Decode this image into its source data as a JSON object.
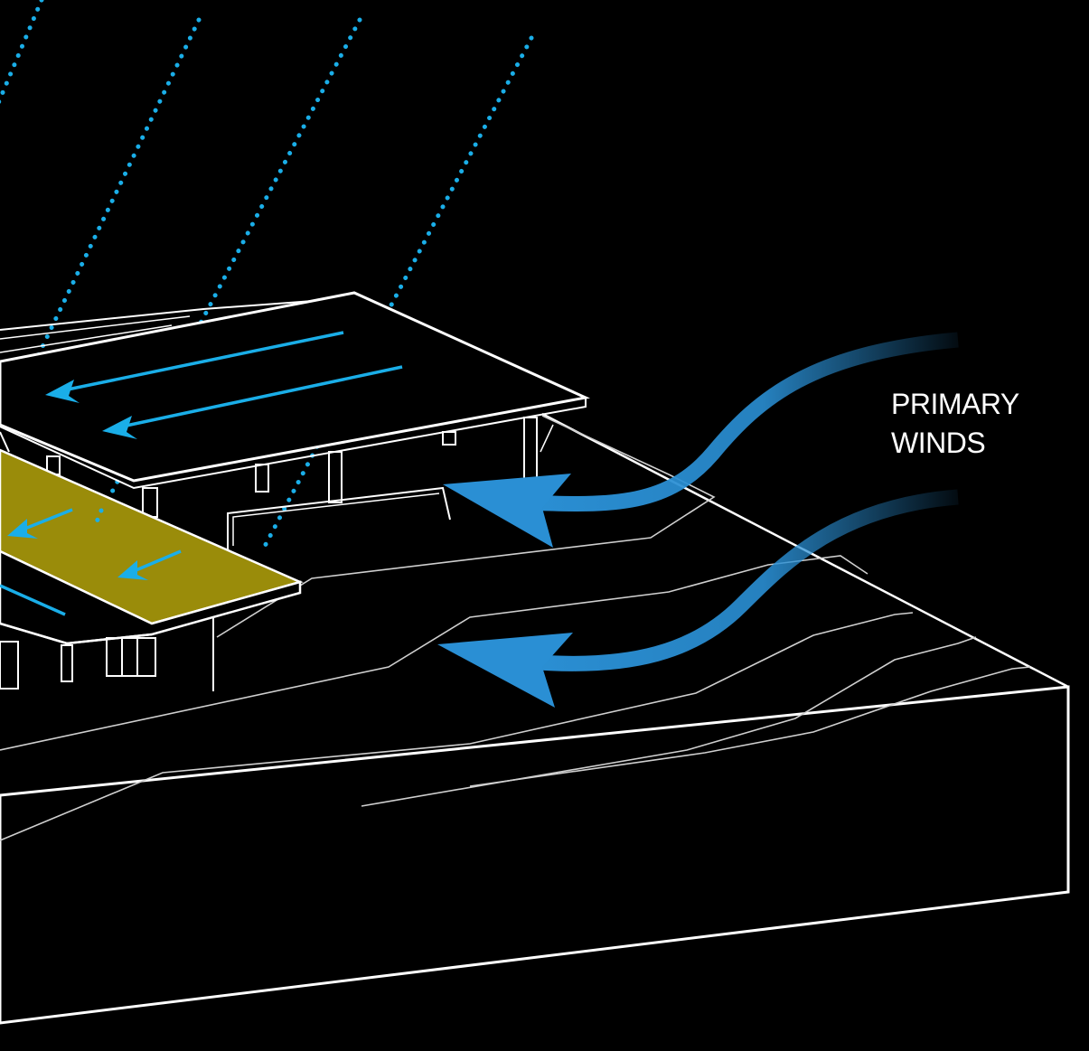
{
  "annotation": {
    "wind_label_line1": "PRIMARY",
    "wind_label_line2": "WINDS"
  },
  "colors": {
    "background": "#000000",
    "linework": "#ffffff",
    "sun_ray": "#1aaee8",
    "wind_arrow": "#2a8fd4",
    "solar_panel": "#9a8c0a"
  },
  "icons": {
    "sun_ray": "dotted-line-ray",
    "wind": "curved-arrow",
    "surface_flow": "thin-arrow"
  }
}
